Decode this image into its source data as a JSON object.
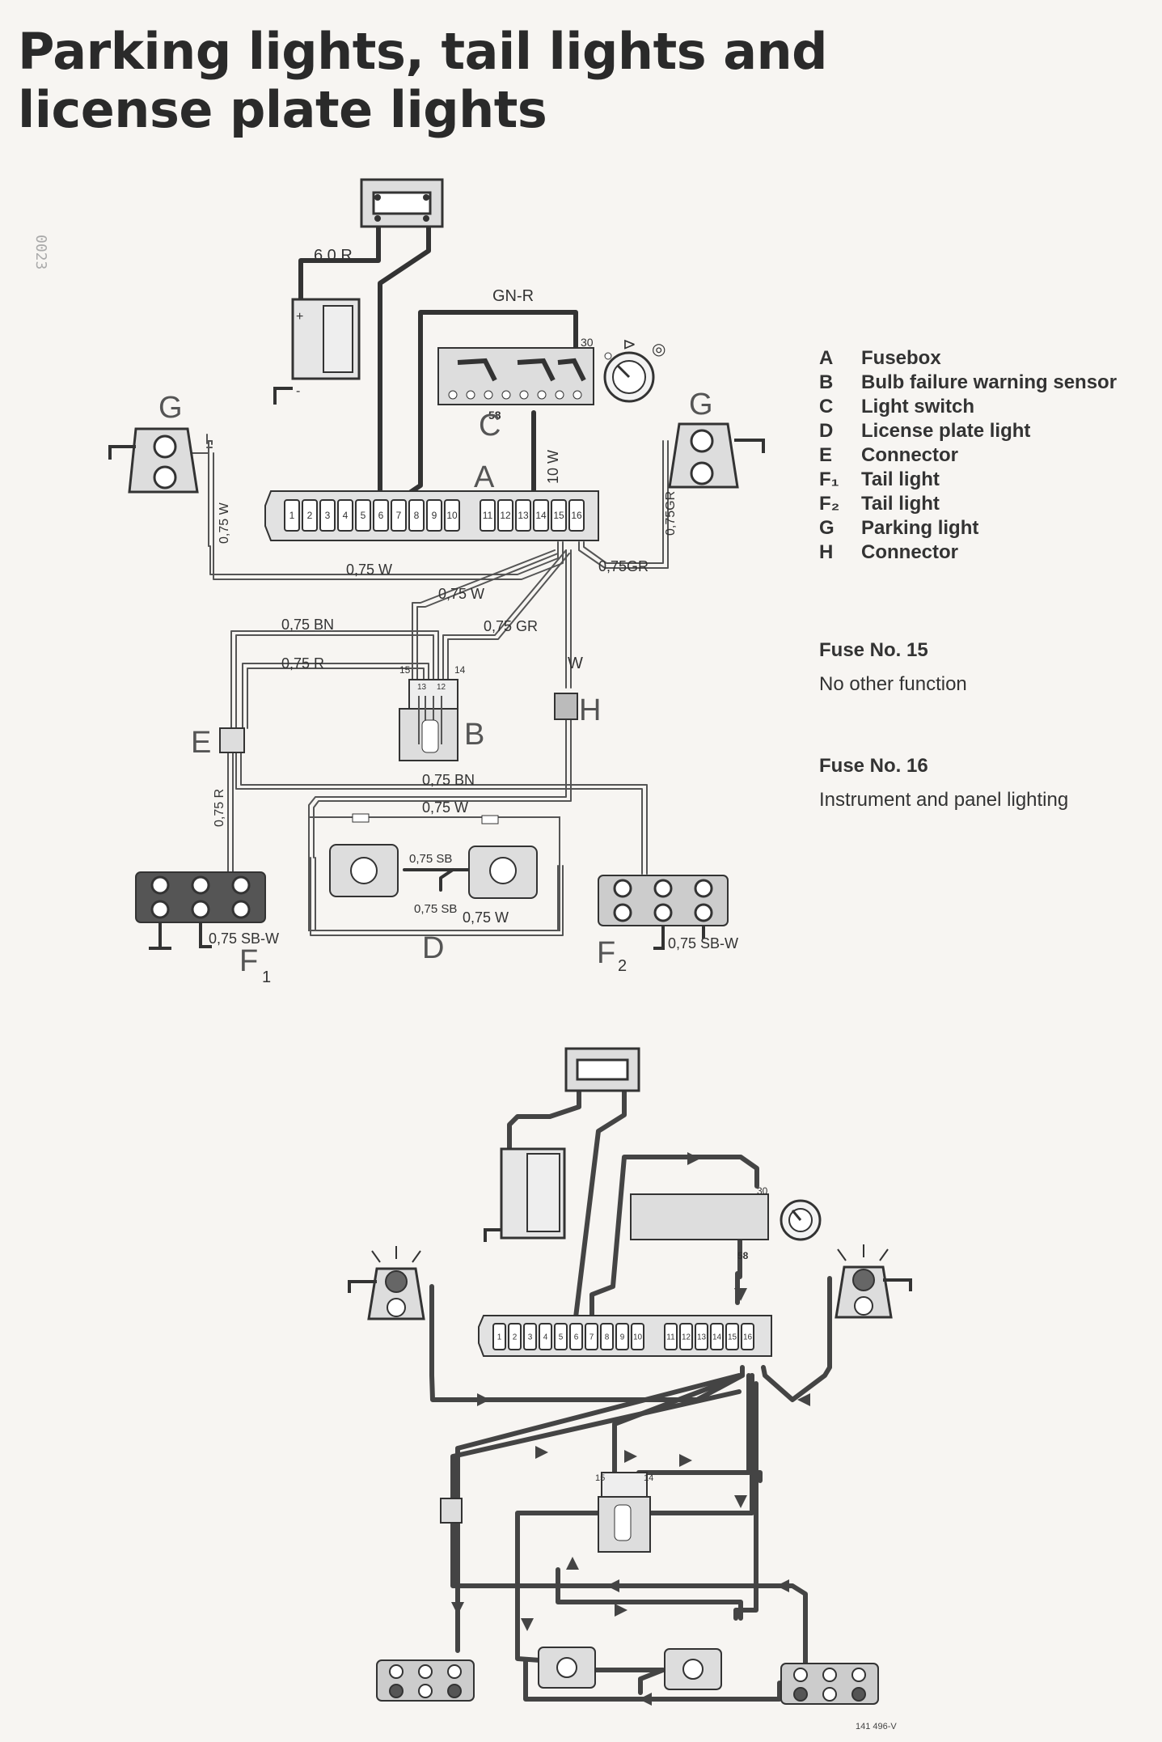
{
  "title": {
    "line1": "Parking lights, tail lights and",
    "line2": "license plate lights"
  },
  "side_code": "0023",
  "legend": [
    {
      "key": "A",
      "label": "Fusebox"
    },
    {
      "key": "B",
      "label": "Bulb failure warning sensor"
    },
    {
      "key": "C",
      "label": "Light switch"
    },
    {
      "key": "D",
      "label": "License plate light"
    },
    {
      "key": "E",
      "label": "Connector"
    },
    {
      "key": "F₁",
      "label": "Tail light"
    },
    {
      "key": "F₂",
      "label": "Tail light"
    },
    {
      "key": "G",
      "label": "Parking light"
    },
    {
      "key": "H",
      "label": "Connector"
    }
  ],
  "fuse15": {
    "heading": "Fuse No. 15",
    "text": "No other function"
  },
  "fuse16": {
    "heading": "Fuse No. 16",
    "text": "Instrument and panel lighting"
  },
  "wires": {
    "w60r": "6,0 R",
    "gnr": "GN-R",
    "w10w": "10 W",
    "w075w_left": "0,75 W",
    "w075gr_right": "0,75GR",
    "w075w_bus": "0,75 W",
    "w075gr_bus": "0,75GR",
    "w075w_b": "0,75 W",
    "w075bn": "0,75 BN",
    "w075gr": "0,75 GR",
    "w075r": "0,75 R",
    "w_h": "W",
    "w075r_vert": "0,75 R",
    "w075bn_low": "0,75 BN",
    "w075w_low": "0,75 W",
    "w075sb": "0,75 SB",
    "w075sb_low": "0,75 SB",
    "w075w_d": "0,75 W",
    "w075sbw_1": "0,75 SB-W",
    "w075sbw_2": "0,75 SB-W"
  },
  "pins": {
    "p58": "58",
    "p30": "30",
    "p15": "15",
    "p14": "14",
    "p13": "13",
    "p12": "12",
    "p58b": "58",
    "p30b": "30",
    "p15b": "15",
    "p14b": "14"
  },
  "components": {
    "A": "A",
    "B": "B",
    "C": "C",
    "D": "D",
    "E": "E",
    "F": "F",
    "F1_sub": "1",
    "F2_sub": "2",
    "G_left": "G",
    "G_right": "G",
    "H": "H"
  },
  "fuse_numbers": [
    "1",
    "2",
    "3",
    "4",
    "5",
    "6",
    "7",
    "8",
    "9",
    "10",
    "11",
    "12",
    "13",
    "14",
    "15",
    "16"
  ],
  "figure_code": "141 496-V"
}
